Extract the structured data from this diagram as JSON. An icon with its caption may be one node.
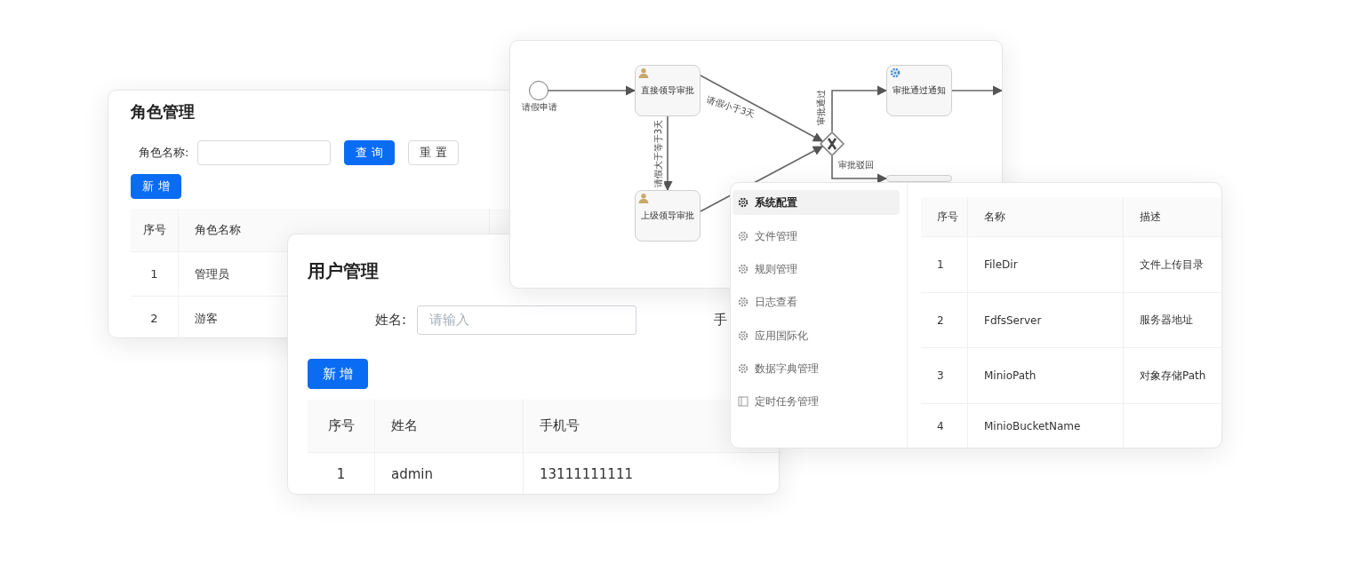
{
  "diagram": {
    "nodes": [
      {
        "text": [],
        "shape": "circle",
        "beside": [
          "请假申请"
        ]
      },
      {
        "text": [
          "直接领导审批"
        ]
      },
      {
        "text": [
          "上级领导审批"
        ]
      },
      {
        "text": [],
        "shape": "diamond"
      },
      {
        "text": [
          "审批通过通知"
        ]
      },
      {
        "text": [],
        "shape": "box"
      }
    ],
    "edges": [
      {
        "from": 0,
        "to": 1,
        "arrow": "to"
      },
      {
        "from": 1,
        "to": 3,
        "arrow": "to",
        "label": "请假小于3天"
      },
      {
        "from": 1,
        "to": 2,
        "arrow": "to",
        "label": "请假大于等于3天"
      },
      {
        "from": 2,
        "to": 3,
        "arrow": "to"
      },
      {
        "from": 3,
        "to": 4,
        "arrow": "to",
        "label": "审批通过"
      },
      {
        "from": 3,
        "to": 5,
        "arrow": "to",
        "label": "审批驳回"
      },
      {
        "from": 4,
        "to": null,
        "arrow": "to"
      }
    ],
    "labels": [
      "角色管理",
      "角色名称:",
      "查 询",
      "重 置",
      "新 增",
      "序号",
      "角色名称",
      "1",
      "管理员",
      "2",
      "游客",
      "用户管理",
      "姓名:",
      "请输入",
      "手",
      "新 增",
      "序号",
      "姓名",
      "手机号",
      "1",
      "admin",
      "13111111111",
      "系统配置",
      "文件管理",
      "规则管理",
      "日志查看",
      "应用国际化",
      "数据字典管理",
      "定时任务管理",
      "序号",
      "名称",
      "描述",
      "1",
      "FileDir",
      "文件上传目录",
      "2",
      "FdfsServer",
      "服务器地址",
      "3",
      "MinioPath",
      "对象存储Path",
      "4",
      "MinioBucketName"
    ]
  }
}
